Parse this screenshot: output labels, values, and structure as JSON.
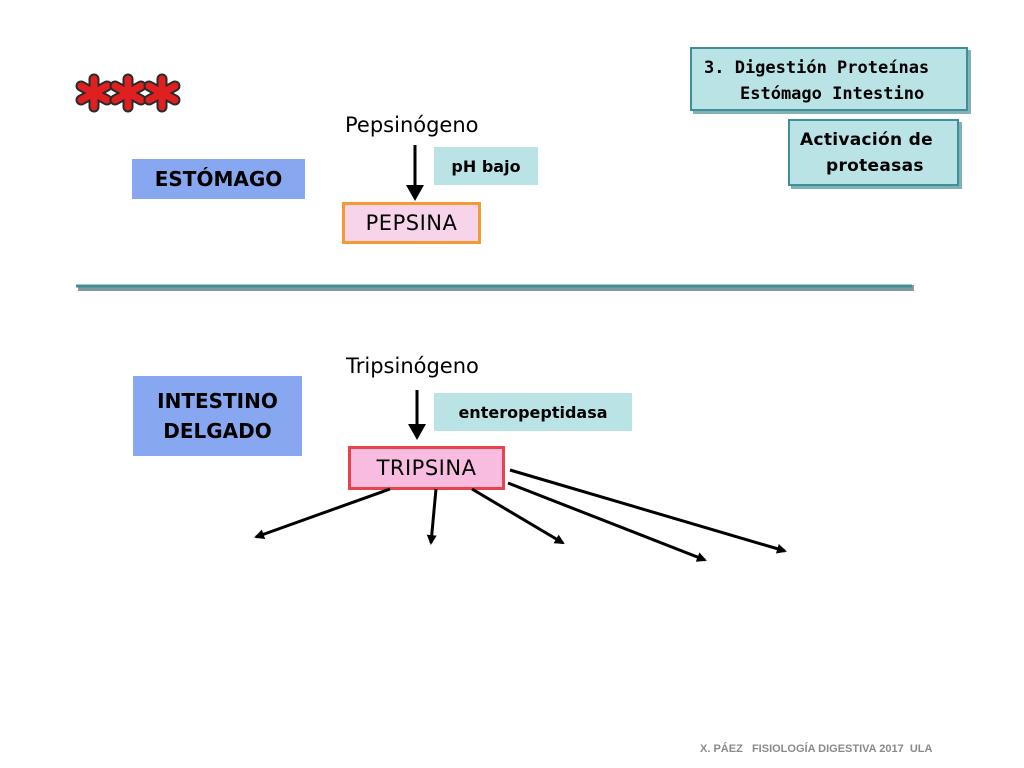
{
  "header": {
    "title_line1": "3. Digestión Proteínas",
    "title_line2": "Estómago Intestino",
    "activation_line1": "Activación de",
    "activation_line2": "proteasas"
  },
  "stomach": {
    "organ_label": "ESTÓMAGO",
    "precursor": "Pepsinógeno",
    "condition": "pH bajo",
    "enzyme": "PEPSINA"
  },
  "intestine": {
    "organ_label_line1": "INTESTINO",
    "organ_label_line2": "DELGADO",
    "precursor": "Tripsinógeno",
    "activator": "enteropeptidasa",
    "enzyme": "TRIPSINA",
    "arrow_count": 5
  },
  "footer": {
    "credit": "X. PÁEZ   FISIOLOGÍA DIGESTIVA 2017  ULA"
  },
  "colors": {
    "organ_blue": "#87a8f0",
    "teal_box": "#b9e3e5",
    "pepsina_border": "#f39a35",
    "tripsina_border": "#e8424a",
    "asterisk_red": "#e02020"
  },
  "decorations": {
    "marker_icon": "three-red-asterisks"
  }
}
